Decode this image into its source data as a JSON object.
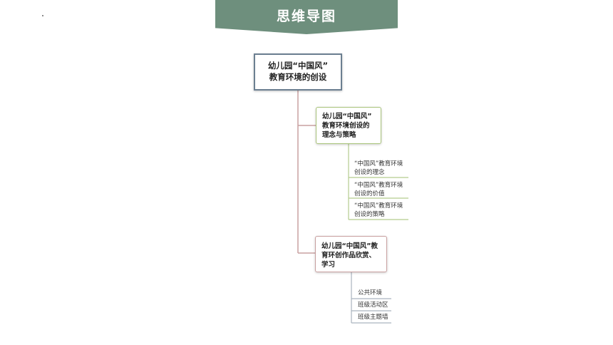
{
  "header": {
    "title": "思维导图"
  },
  "mindmap": {
    "root": {
      "line1": "幼儿园“中国风”",
      "line2": "教育环境的创设"
    },
    "branches": [
      {
        "lines": [
          "幼儿园“中国风”",
          "教育环境创设的",
          "理念与策略"
        ],
        "leaves": [
          {
            "line1": "“中国风”教育环境",
            "line2": "创设的理念"
          },
          {
            "line1": "“中国风”教育环境",
            "line2": "创设的价值"
          },
          {
            "line1": "“中国风”教育环境",
            "line2": "创设的策略"
          }
        ]
      },
      {
        "lines": [
          "幼儿园“中国风”教",
          "育环创作品欣赏、",
          "学习"
        ],
        "leaves": [
          {
            "label": "公共环境"
          },
          {
            "label": "班级活动区"
          },
          {
            "label": "班级主题墙"
          }
        ]
      }
    ]
  },
  "colors": {
    "banner": "#6e8f7d",
    "root_border": "#6b7f91",
    "branch1_border": "#a9c47a",
    "branch2_border": "#c9a0a0",
    "connector": "#c9a0a0",
    "leaf_line_green": "#b5cc8e",
    "leaf_line_grey": "#aab4bf"
  }
}
